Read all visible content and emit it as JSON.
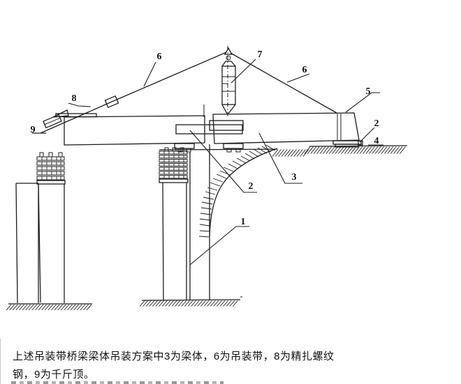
{
  "figure": {
    "description_names": {
      "hoist": "chain-hoist",
      "sling": "lifting-sling",
      "beam": "girder",
      "pier": "pier-column"
    },
    "callouts": [
      {
        "id": "6-left",
        "text": "6"
      },
      {
        "id": "8",
        "text": "8"
      },
      {
        "id": "9",
        "text": "9"
      },
      {
        "id": "7",
        "text": "7"
      },
      {
        "id": "6-right",
        "text": "6"
      },
      {
        "id": "5",
        "text": "5"
      },
      {
        "id": "2-right",
        "text": "2"
      },
      {
        "id": "4",
        "text": "4"
      },
      {
        "id": "2-center",
        "text": "2"
      },
      {
        "id": "3",
        "text": "3"
      },
      {
        "id": "1",
        "text": "1"
      }
    ]
  },
  "caption": {
    "line1": "上述吊装带桥梁梁体吊装方案中3为梁体，6为吊装带，8为精扎螺纹",
    "line2": "钢，9为千斤顶。"
  },
  "colors": {
    "line": "#1c1c1c",
    "background": "#ffffff",
    "caption_text": "#111111"
  }
}
